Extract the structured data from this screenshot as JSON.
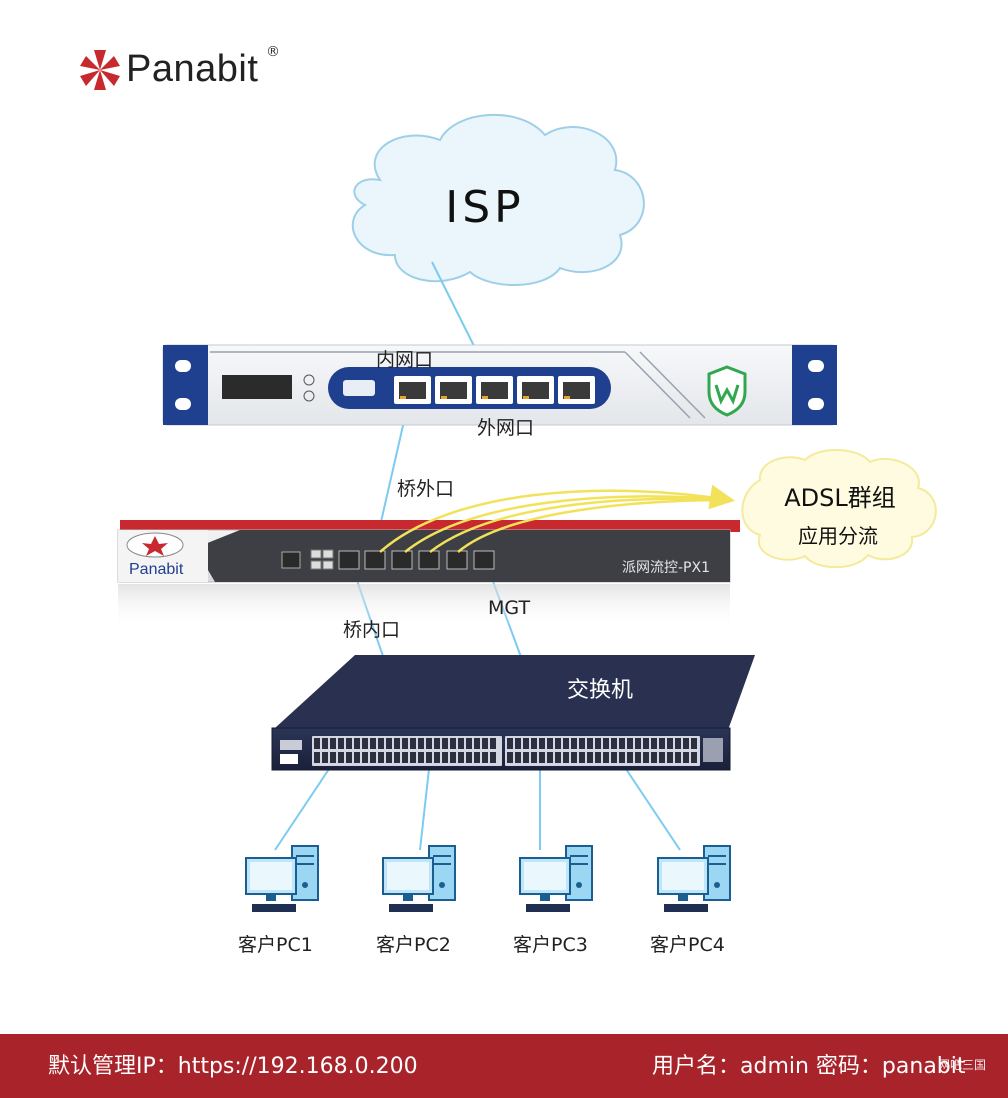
{
  "brand": {
    "name": "Panabit",
    "registered": "®"
  },
  "cloud_isp": {
    "label": "ISP"
  },
  "firewall": {
    "inner_port_label": "内网口",
    "outer_port_label": "外网口"
  },
  "panabit_device": {
    "brand": "Panabit",
    "model": "派网流控-PX1",
    "bridge_outer_label": "桥外口",
    "bridge_inner_label": "桥内口",
    "mgt_label": "MGT"
  },
  "adsl_cloud": {
    "line1": "ADSL群组",
    "line2": "应用分流"
  },
  "switch": {
    "label": "交换机"
  },
  "clients": [
    {
      "label": "客户PC1"
    },
    {
      "label": "客户PC2"
    },
    {
      "label": "客户PC3"
    },
    {
      "label": "客户PC4"
    }
  ],
  "footer": {
    "management_ip": "默认管理IP：https://192.168.0.200",
    "credentials": "用户名：admin 密码：panabit",
    "watermark": "网吧三国"
  },
  "colors": {
    "footer_bg": "#a8232a",
    "link_line": "#7ccbf0",
    "adsl_line": "#f2e25a",
    "cloud_fill": "#eaf6fc",
    "adsl_cloud_fill": "#fffbe0"
  }
}
